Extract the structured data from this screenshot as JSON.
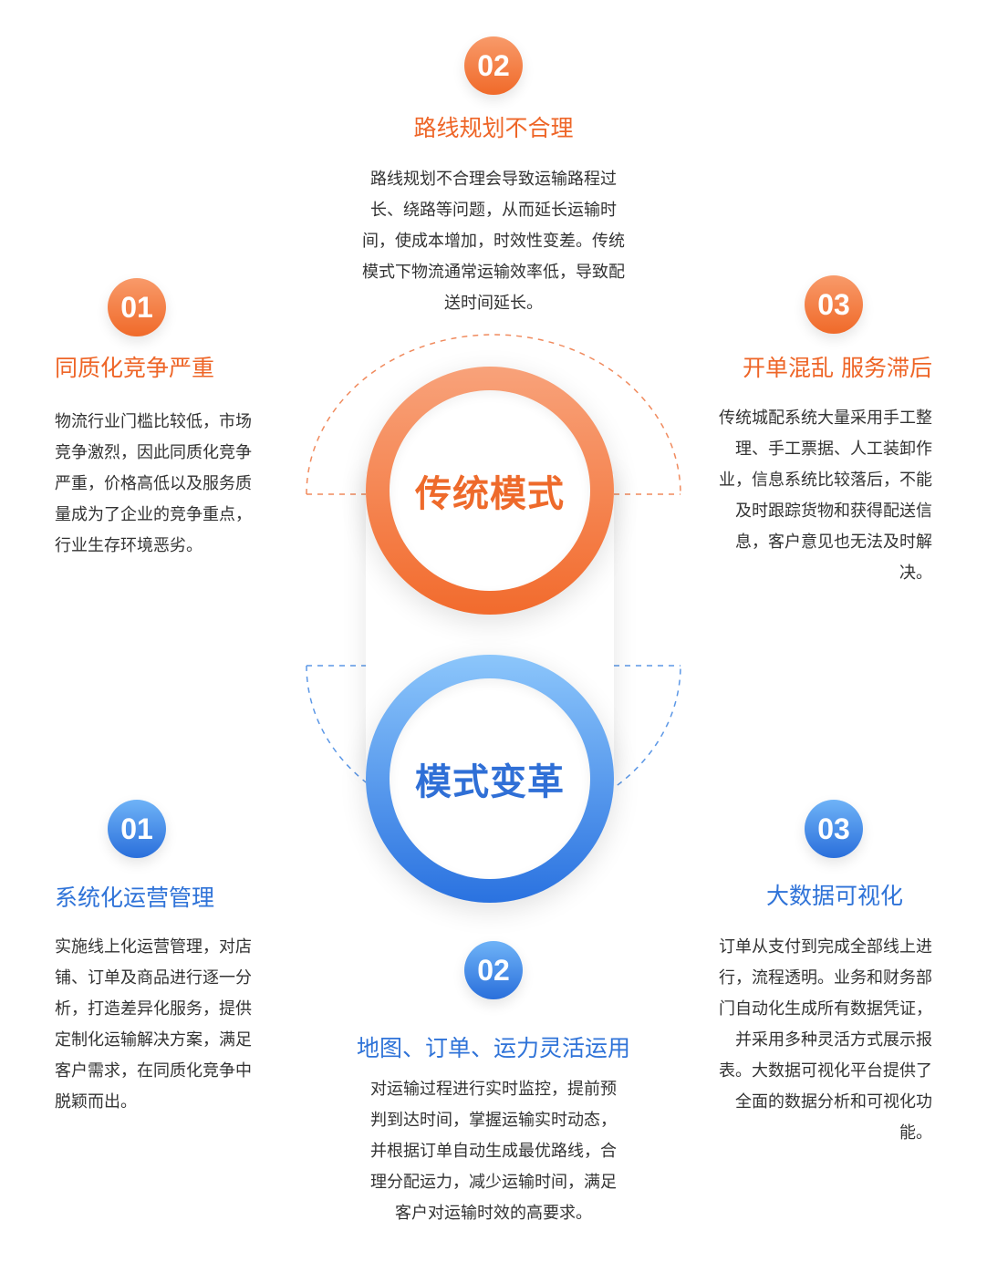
{
  "center": {
    "traditional_label": "传统模式",
    "reform_label": "模式变革"
  },
  "traditional_items": [
    {
      "number": "01",
      "title": "同质化竞争严重",
      "text_lines": [
        "物流行业门槛比较低，市场",
        "竞争激烈，因此同质化竞争",
        "严重，价格高低以及服务质",
        "量成为了企业的竞争重点，",
        "行业生存环境恶劣。"
      ]
    },
    {
      "number": "02",
      "title": "路线规划不合理",
      "text_lines": [
        "路线规划不合理会导致运输路程过",
        "长、绕路等问题，从而延长运输时",
        "间，使成本增加，时效性变差。传统",
        "模式下物流通常运输效率低，导致配",
        "送时间延长。"
      ]
    },
    {
      "number": "03",
      "title": "开单混乱 服务滞后",
      "text_lines": [
        "传统城配系统大量采用手工整",
        "理、手工票据、人工装卸作",
        "业，信息系统比较落后，不能",
        "及时跟踪货物和获得配送信",
        "息，客户意见也无法及时解",
        "决。"
      ]
    }
  ],
  "reform_items": [
    {
      "number": "01",
      "title": "系统化运营管理",
      "text_lines": [
        "实施线上化运营管理，对店",
        "铺、订单及商品进行逐一分",
        "析，打造差异化服务，提供",
        "定制化运输解决方案，满足",
        "客户需求，在同质化竞争中",
        "脱颖而出。"
      ]
    },
    {
      "number": "02",
      "title": "地图、订单、运力灵活运用",
      "text_lines": [
        "对运输过程进行实时监控，提前预",
        "判到达时间，掌握运输实时动态，",
        "并根据订单自动生成最优路线，合",
        "理分配运力，减少运输时间，满足",
        "客户对运输时效的高要求。"
      ]
    },
    {
      "number": "03",
      "title": "大数据可视化",
      "text_lines": [
        "订单从支付到完成全部线上进",
        "行，流程透明。业务和财务部",
        "门自动化生成所有数据凭证，",
        "并采用多种灵活方式展示报",
        "表。大数据可视化平台提供了",
        "全面的数据分析和可视化功",
        "能。"
      ]
    }
  ],
  "colors": {
    "orange": "#ee6527",
    "blue": "#2f73d8",
    "text": "#333333"
  }
}
